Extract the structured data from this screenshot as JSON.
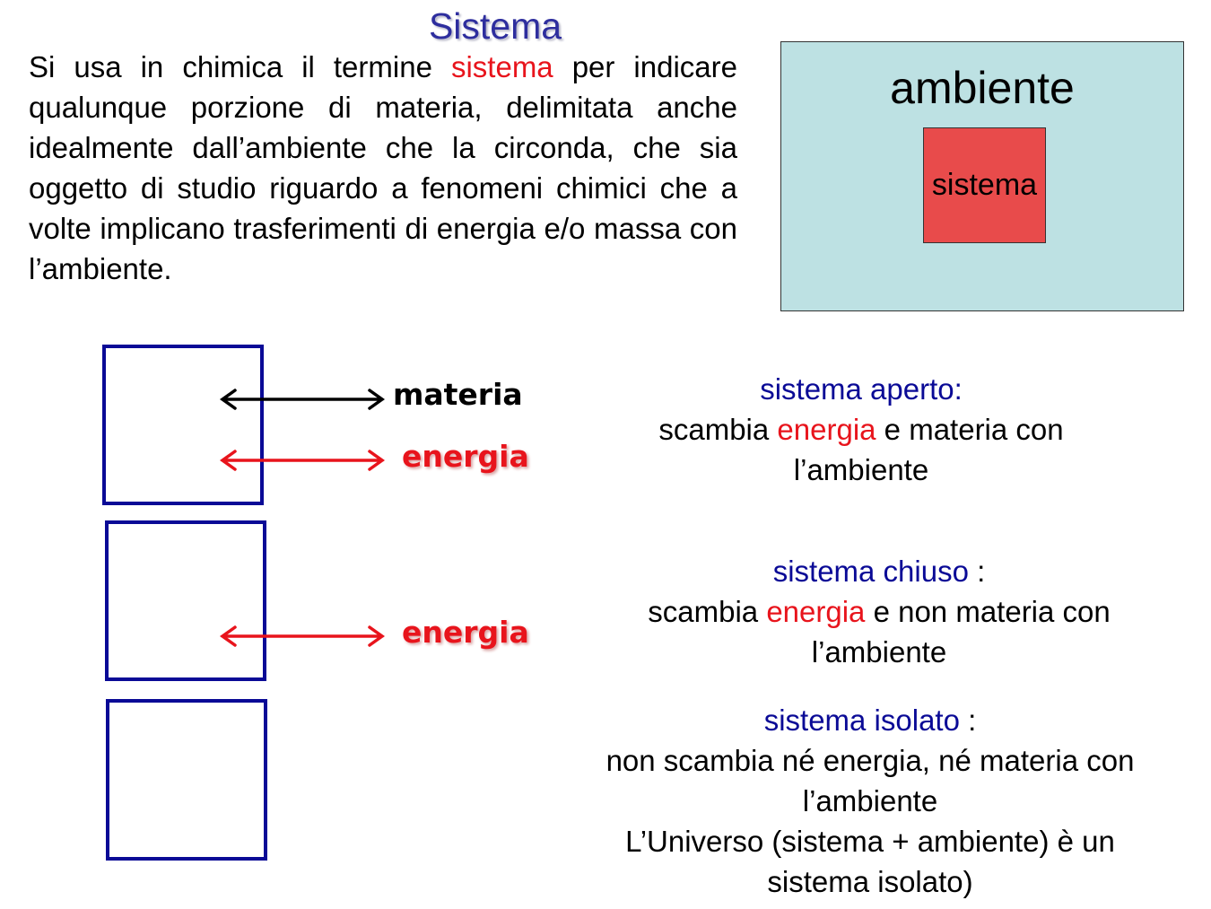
{
  "title": "Sistema",
  "intro": {
    "before": "Si usa in chimica il termine ",
    "highlight": "sistema",
    "after": " per indicare qualunque porzione di materia, delimitata anche idealmente dall’ambiente che la circonda, che sia oggetto di studio riguardo a fenomeni chimici che a volte implicano trasferimenti di energia e/o massa con l’ambiente."
  },
  "diagram": {
    "ambiente": "ambiente",
    "sistema": "sistema"
  },
  "arrows": {
    "materia": "materia",
    "energia": "energia"
  },
  "aperto": {
    "title": "sistema aperto:",
    "l1a": "scambia ",
    "l1b": "energia",
    "l1c": " e materia con",
    "l2": "l’ambiente"
  },
  "chiuso": {
    "title": "sistema chiuso",
    "colon": " :",
    "l1a": "scambia ",
    "l1b": "energia",
    "l1c": " e non materia con",
    "l2": "l’ambiente"
  },
  "isolato": {
    "title": "sistema isolato",
    "colon": " :",
    "l1": "non scambia né energia, né materia con",
    "l2": "l’ambiente",
    "l3": "L’Universo (sistema + ambiente) è un",
    "l4": "sistema isolato)"
  }
}
